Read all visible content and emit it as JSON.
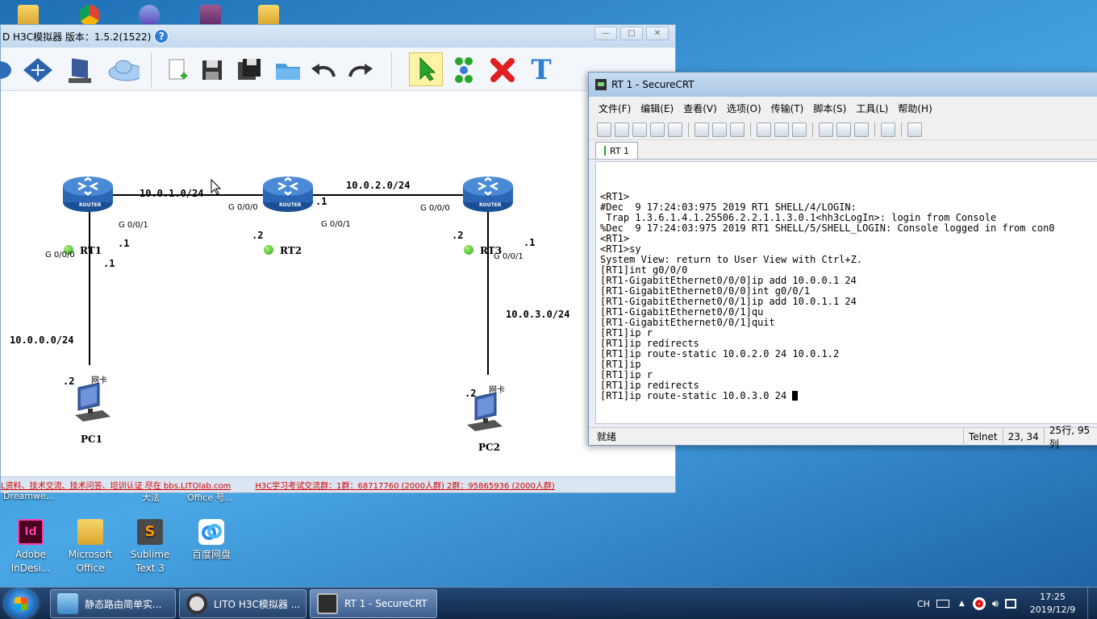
{
  "desktop": {
    "bottom_icons": [
      {
        "label": "Adobe InDesi..."
      },
      {
        "label": "Microsoft Office"
      },
      {
        "label": "Sublime Text 3"
      },
      {
        "label": "百度网盘"
      }
    ],
    "partial_labels": [
      "Dreamwe...",
      "大法",
      "Office 号..."
    ]
  },
  "h3c": {
    "title": "D H3C模拟器 版本：1.5.2(1522)",
    "help": "?",
    "text_tool": "T",
    "networks": {
      "n1": "10.0.1.0/24",
      "n2": "10.0.2.0/24",
      "n0": "10.0.0.0/24",
      "n3": "10.0.3.0/24"
    },
    "routers": {
      "rt1": "RT1",
      "rt2": "RT2",
      "rt3": "RT3",
      "router_text": "ROUTER"
    },
    "pcs": {
      "pc1": "PC1",
      "pc2": "PC2",
      "nic": "网卡"
    },
    "ports": {
      "rt1_g001": "G 0/0/1",
      "rt2_g000": "G 0/0/0",
      "rt2_g001": "G 0/0/1",
      "rt3_g000": "G 0/0/0",
      "rt1_g000": "G 0/0/0",
      "rt3_g001": "G 0/0/1"
    },
    "addr": {
      "rt1_right": ".1",
      "rt1_down": ".1",
      "rt2_left": ".2",
      "rt2_right": ".1",
      "rt3_left": ".2",
      "rt3_right": ".1",
      "pc1": ".2",
      "pc2": ".2"
    },
    "status_left": "L资料、技术交流、技术问答、培训认证 尽在 bbs.LITOlab.com",
    "status_right": "H3C学习考试交流群：1群：68717760 (2000人群) 2群：95865936 (2000人群)"
  },
  "crt": {
    "title": "RT 1 - SecureCRT",
    "menu": [
      "文件(F)",
      "编辑(E)",
      "查看(V)",
      "选项(O)",
      "传输(T)",
      "脚本(S)",
      "工具(L)",
      "帮助(H)"
    ],
    "tab": "RT 1",
    "terminal_lines": [
      "<RT1>",
      "#Dec  9 17:24:03:975 2019 RT1 SHELL/4/LOGIN:",
      " Trap 1.3.6.1.4.1.25506.2.2.1.1.3.0.1<hh3cLogIn>: login from Console",
      "%Dec  9 17:24:03:975 2019 RT1 SHELL/5/SHELL_LOGIN: Console logged in from con0",
      "<RT1>",
      "<RT1>sy",
      "System View: return to User View with Ctrl+Z.",
      "[RT1]int g0/0/0",
      "[RT1-GigabitEthernet0/0/0]ip add 10.0.0.1 24",
      "[RT1-GigabitEthernet0/0/0]int g0/0/1",
      "[RT1-GigabitEthernet0/0/1]ip add 10.0.1.1 24",
      "[RT1-GigabitEthernet0/0/1]qu",
      "[RT1-GigabitEthernet0/0/1]quit",
      "[RT1]ip r",
      "[RT1]ip redirects",
      "[RT1]ip route-static 10.0.2.0 24 10.0.1.2",
      "[RT1]ip",
      "[RT1]ip r",
      "[RT1]ip redirects"
    ],
    "last_line": "[RT1]ip route-static 10.0.3.0 24 ",
    "status": {
      "ready": "就绪",
      "proto": "Telnet",
      "pos": "23, 34",
      "size": "25行, 95列"
    }
  },
  "taskbar": {
    "tasks": [
      {
        "label": "静态路由简单实..."
      },
      {
        "label": "LITO H3C模拟器 ..."
      },
      {
        "label": "RT 1 - SecureCRT"
      }
    ],
    "lang": "CH",
    "time": "17:25",
    "date": "2019/12/9"
  }
}
